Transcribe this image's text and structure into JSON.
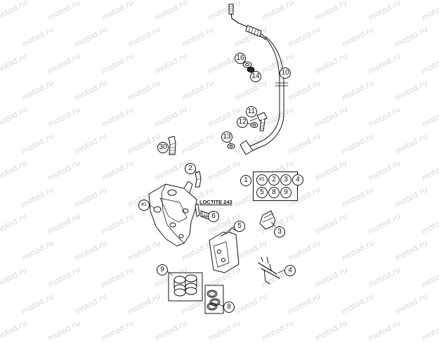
{
  "watermark": {
    "text": "motod.ru"
  },
  "annotation": {
    "text": "LOCTITE 243"
  },
  "callouts": {
    "p1": "1",
    "p2": "2",
    "p3": "3",
    "p4": "4",
    "p5": "5",
    "p6": "6",
    "p8": "8",
    "p9": "9",
    "p10": "10",
    "p11": "11",
    "p12": "12",
    "p13": "13",
    "p14": "14",
    "p16": "16",
    "p30": "30",
    "caliper": "#1"
  },
  "kit": {
    "row1": [
      "#1",
      "2",
      "3",
      "4"
    ],
    "row2": [
      "5",
      "8",
      "9"
    ]
  }
}
